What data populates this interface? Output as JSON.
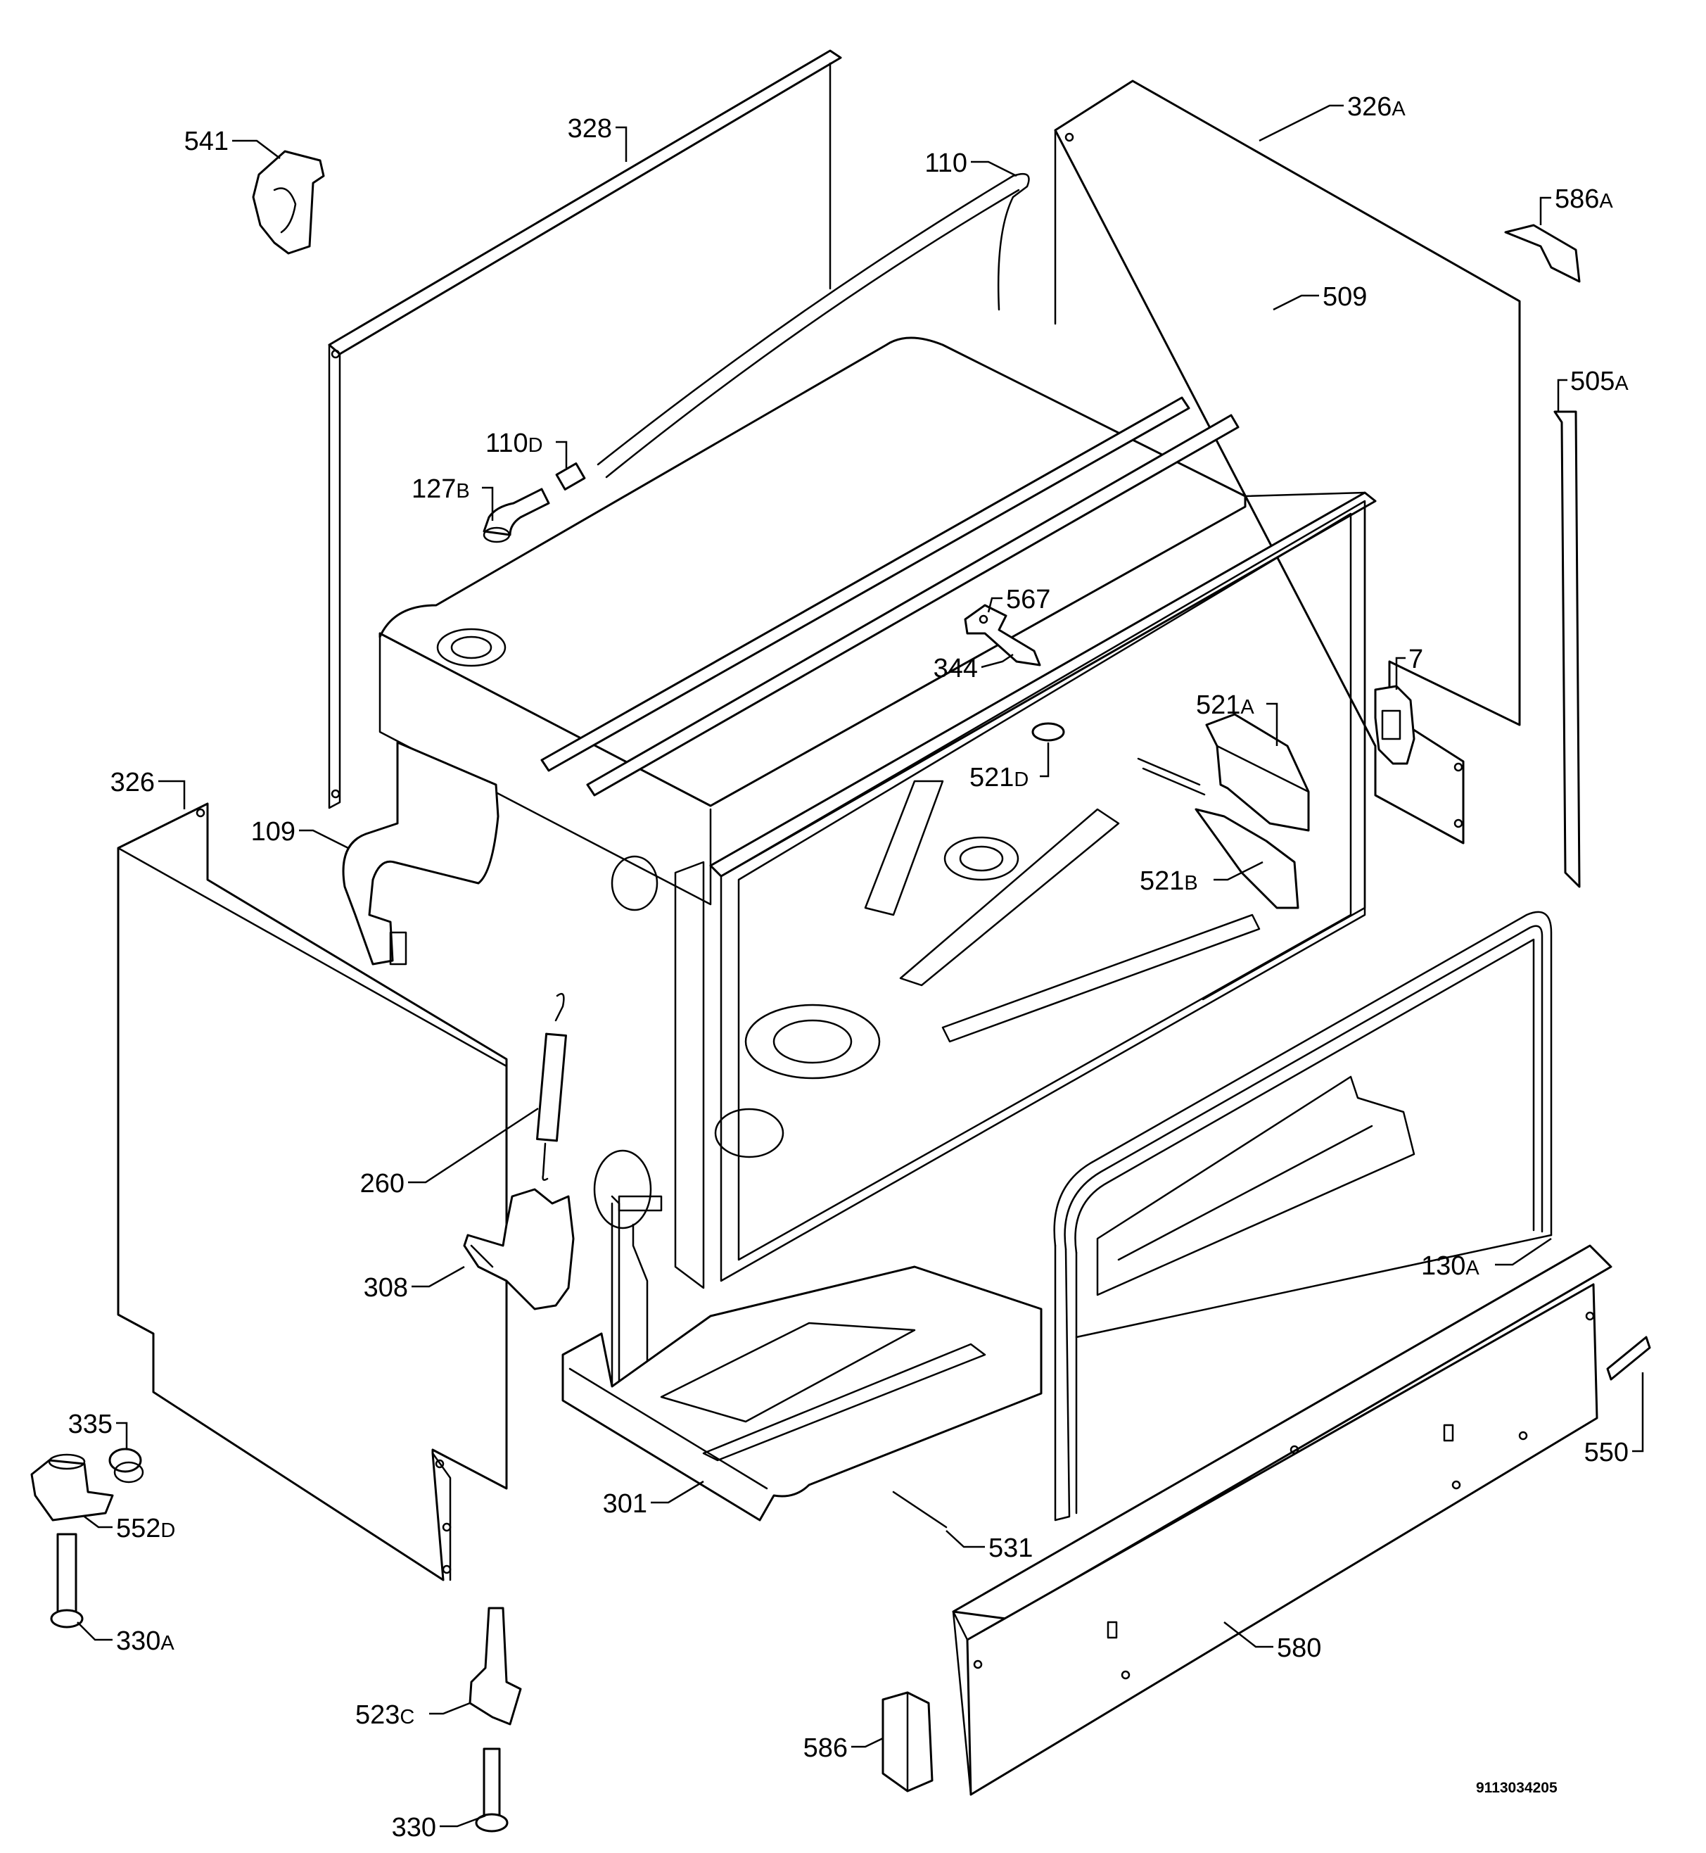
{
  "document_number": "9113034205",
  "callouts": [
    {
      "id": "541",
      "num": "541",
      "suffix": ""
    },
    {
      "id": "328",
      "num": "328",
      "suffix": ""
    },
    {
      "id": "110",
      "num": "110",
      "suffix": ""
    },
    {
      "id": "326a",
      "num": "326",
      "suffix": "A"
    },
    {
      "id": "586a",
      "num": "586",
      "suffix": "A"
    },
    {
      "id": "509",
      "num": "509",
      "suffix": ""
    },
    {
      "id": "505a",
      "num": "505",
      "suffix": "A"
    },
    {
      "id": "110d",
      "num": "110",
      "suffix": "D"
    },
    {
      "id": "127b",
      "num": "127",
      "suffix": "B"
    },
    {
      "id": "567",
      "num": "567",
      "suffix": ""
    },
    {
      "id": "344",
      "num": "344",
      "suffix": ""
    },
    {
      "id": "7",
      "num": "7",
      "suffix": ""
    },
    {
      "id": "521a",
      "num": "521",
      "suffix": "A"
    },
    {
      "id": "521d",
      "num": "521",
      "suffix": "D"
    },
    {
      "id": "521b",
      "num": "521",
      "suffix": "B"
    },
    {
      "id": "326",
      "num": "326",
      "suffix": ""
    },
    {
      "id": "109",
      "num": "109",
      "suffix": ""
    },
    {
      "id": "260",
      "num": "260",
      "suffix": ""
    },
    {
      "id": "308",
      "num": "308",
      "suffix": ""
    },
    {
      "id": "130a",
      "num": "130",
      "suffix": "A"
    },
    {
      "id": "550",
      "num": "550",
      "suffix": ""
    },
    {
      "id": "335",
      "num": "335",
      "suffix": ""
    },
    {
      "id": "552d",
      "num": "552",
      "suffix": "D"
    },
    {
      "id": "301",
      "num": "301",
      "suffix": ""
    },
    {
      "id": "531",
      "num": "531",
      "suffix": ""
    },
    {
      "id": "330a",
      "num": "330",
      "suffix": "A"
    },
    {
      "id": "580",
      "num": "580",
      "suffix": ""
    },
    {
      "id": "523c",
      "num": "523",
      "suffix": "C"
    },
    {
      "id": "586",
      "num": "586",
      "suffix": ""
    },
    {
      "id": "330",
      "num": "330",
      "suffix": ""
    }
  ]
}
